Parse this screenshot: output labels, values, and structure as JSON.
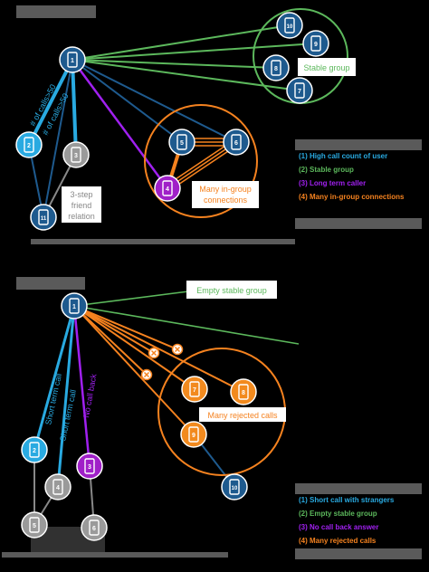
{
  "colors": {
    "background": "#000000",
    "node_dark": "#1e5a8e",
    "node_dark_edge": "#0f3a63",
    "node_light": "#29aae1",
    "node_grey": "#9a9a9a",
    "node_purple": "#a020c8",
    "node_orange": "#f28a1e",
    "green": "#5cb85c",
    "purple": "#a020f0",
    "orange": "#f5821f",
    "blue_line": "#1e5a8e",
    "light_blue": "#29aae1",
    "grey_line": "#888888",
    "label_bar": "#5a5a5a"
  },
  "top_diagram": {
    "section_label": "",
    "nodes": [
      {
        "id": "1",
        "color": "node_dark"
      },
      {
        "id": "10",
        "color": "node_dark"
      },
      {
        "id": "9",
        "color": "node_dark"
      },
      {
        "id": "8",
        "color": "node_dark"
      },
      {
        "id": "7",
        "color": "node_dark"
      },
      {
        "id": "5",
        "color": "node_dark"
      },
      {
        "id": "6",
        "color": "node_dark"
      },
      {
        "id": "4",
        "color": "node_purple"
      },
      {
        "id": "2",
        "color": "node_light"
      },
      {
        "id": "3",
        "color": "node_grey"
      },
      {
        "id": "11",
        "color": "node_dark"
      }
    ],
    "edge_labels": {
      "calls_50_a": "# of calls>50",
      "calls_50_b": "# of calls>50"
    },
    "callouts": {
      "stable_group": "Stable group",
      "many_ingroup": "Many in-group connections",
      "three_step": "3-step friend relation"
    },
    "legend": [
      {
        "text": "(1) High call count of user",
        "color": "light_blue"
      },
      {
        "text": "(2) Stable group",
        "color": "green"
      },
      {
        "text": "(3) Long term caller",
        "color": "purple"
      },
      {
        "text": "(4) Many in-group connections",
        "color": "orange"
      },
      {
        "text": "",
        "color": "orange"
      }
    ]
  },
  "bottom_diagram": {
    "section_label": "",
    "nodes": [
      {
        "id": "1",
        "color": "node_dark"
      },
      {
        "id": "7",
        "color": "node_orange"
      },
      {
        "id": "8",
        "color": "node_orange"
      },
      {
        "id": "9",
        "color": "node_orange"
      },
      {
        "id": "10",
        "color": "node_dark"
      },
      {
        "id": "2",
        "color": "node_light"
      },
      {
        "id": "4",
        "color": "node_grey"
      },
      {
        "id": "3",
        "color": "node_purple"
      },
      {
        "id": "5",
        "color": "node_grey"
      },
      {
        "id": "6",
        "color": "node_grey"
      }
    ],
    "edge_labels": {
      "short_term_a": "Short term call",
      "short_term_b": "Short term call",
      "no_call_back": "No call back"
    },
    "callouts": {
      "empty_stable": "Empty stable group",
      "many_rejected": "Many rejected calls"
    },
    "legend": [
      {
        "text": "(1) Short call with strangers",
        "color": "light_blue"
      },
      {
        "text": "(2) Empty stable group",
        "color": "green"
      },
      {
        "text": "(3) No call back answer",
        "color": "purple"
      },
      {
        "text": "(4) Many rejected calls",
        "color": "orange"
      }
    ]
  }
}
